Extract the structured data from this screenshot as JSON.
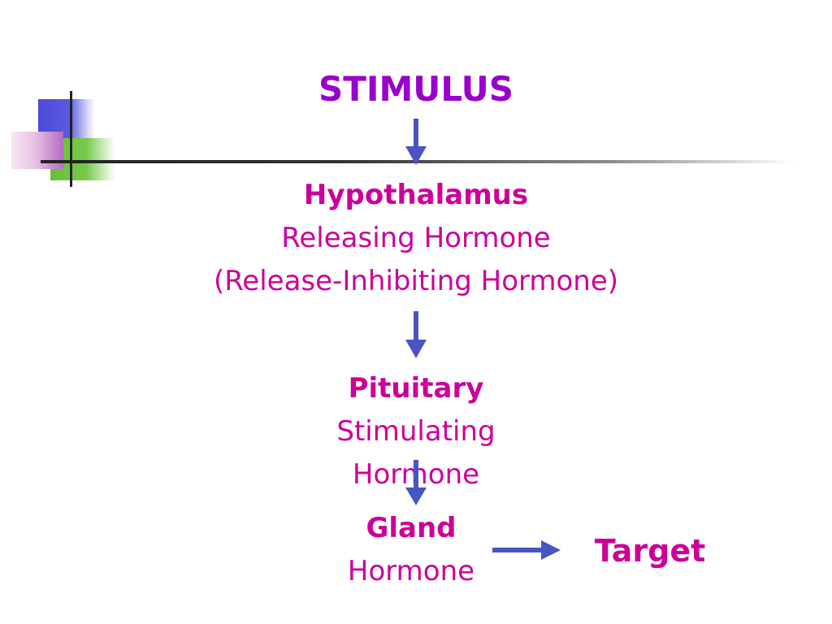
{
  "title": "STIMULUS",
  "steps": [
    {
      "heading": "Hypothalamus",
      "lines": [
        "Releasing Hormone",
        "(Release-Inhibiting Hormone)"
      ]
    },
    {
      "heading": "Pituitary",
      "lines": [
        "Stimulating",
        "Hormone"
      ]
    },
    {
      "heading": "Gland",
      "lines": [
        "Hormone"
      ]
    }
  ],
  "target": "Target",
  "colors": {
    "title": "#9900cc",
    "text": "#cc0099",
    "arrow": "#4a55c4"
  }
}
